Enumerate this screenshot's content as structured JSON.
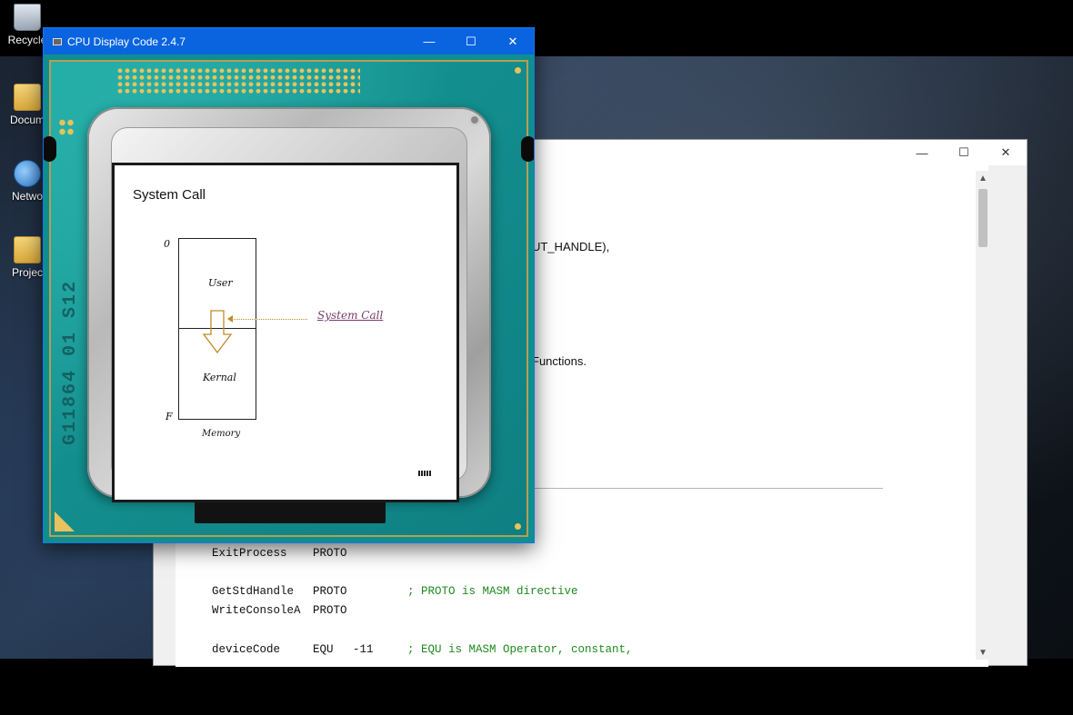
{
  "desktop": {
    "icons": [
      {
        "label": "Recycle",
        "icon": "recycle-bin-icon"
      },
      {
        "label": "Docum",
        "icon": "folder-icon"
      },
      {
        "label": "Netwo",
        "icon": "network-icon"
      },
      {
        "label": "Projec",
        "icon": "folder-icon"
      }
    ]
  },
  "editor": {
    "window_buttons": {
      "minimize": "—",
      "maximize": "☐",
      "close": "✕"
    },
    "prose": [
      "UT_HANDLE),",
      "Functions."
    ],
    "code_lines": [
      {
        "name": "ExitProcess",
        "op": "PROTO",
        "arg": "",
        "comment": ""
      },
      {
        "name": "GetStdHandle",
        "op": "PROTO",
        "arg": "",
        "comment": "; PROTO is MASM directive"
      },
      {
        "name": "WriteConsoleA",
        "op": "PROTO",
        "arg": "",
        "comment": ""
      },
      {
        "name": "deviceCode",
        "op": "EQU",
        "arg": "-11",
        "comment": "; EQU is MASM Operator, constant,"
      }
    ],
    "scroll_up": "▲",
    "scroll_down": "▼"
  },
  "cpu_window": {
    "title": "CPU Display Code 2.4.7",
    "window_buttons": {
      "minimize": "—",
      "maximize": "☐",
      "close": "✕"
    },
    "chip_print": "G11864 01 S12",
    "diagram": {
      "title": "System Call",
      "top_address": "0",
      "bottom_address": "F",
      "user_label": "User",
      "kernel_label": "Kernal",
      "memory_label": "Memory",
      "callout": "System Call"
    }
  },
  "colors": {
    "titlebar_blue": "#0a64e0",
    "pcb_teal": "#138e8e",
    "gold": "#e6c35c",
    "arrow_gold": "#c08a2a",
    "callout_purple": "#7a3a6a",
    "comment_green": "#1e8a1e"
  }
}
